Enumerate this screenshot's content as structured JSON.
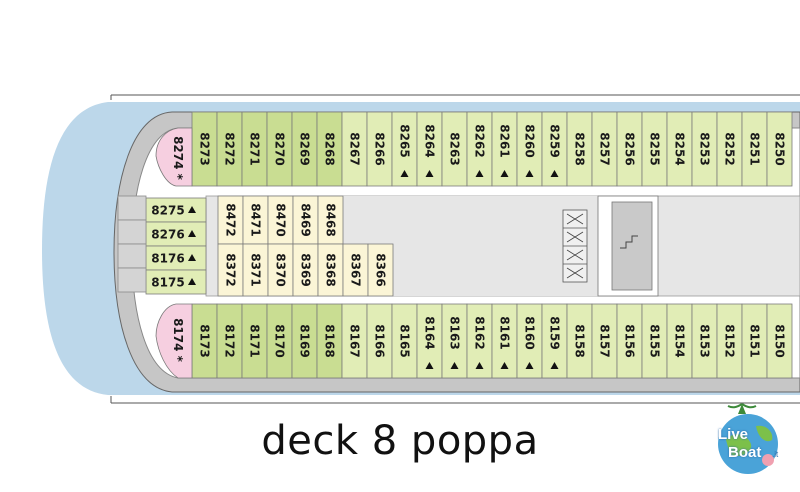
{
  "title": "deck 8 poppa",
  "logo": {
    "word1": "Live",
    "word2": "Boat",
    "suffix": ".it"
  },
  "colors": {
    "sea": "#bcd7ea",
    "hull": "#c6c6c6",
    "cabin_green": "#e1edb6",
    "cabin_dark_green": "#c9dd92",
    "cabin_cream": "#fbf5d6",
    "cabin_pink": "#f6cfe0",
    "cabin_grey": "#e6e6e6"
  },
  "accessible_symbol": "▲",
  "suite_symbol": "*",
  "cabins": {
    "top_outer": [
      {
        "n": "8273",
        "c": "dark",
        "s": ""
      },
      {
        "n": "8272",
        "c": "dark",
        "s": ""
      },
      {
        "n": "8271",
        "c": "dark",
        "s": ""
      },
      {
        "n": "8270",
        "c": "dark",
        "s": ""
      },
      {
        "n": "8269",
        "c": "dark",
        "s": ""
      },
      {
        "n": "8268",
        "c": "dark",
        "s": ""
      },
      {
        "n": "8267",
        "c": "green",
        "s": ""
      },
      {
        "n": "8266",
        "c": "green",
        "s": ""
      },
      {
        "n": "8265",
        "c": "green",
        "s": "▲"
      },
      {
        "n": "8264",
        "c": "green",
        "s": "▲"
      },
      {
        "n": "8263",
        "c": "green",
        "s": ""
      },
      {
        "n": "8262",
        "c": "green",
        "s": "▲"
      },
      {
        "n": "8261",
        "c": "green",
        "s": "▲"
      },
      {
        "n": "8260",
        "c": "green",
        "s": "▲"
      },
      {
        "n": "8259",
        "c": "green",
        "s": "▲"
      },
      {
        "n": "8258",
        "c": "green",
        "s": ""
      },
      {
        "n": "8257",
        "c": "green",
        "s": ""
      },
      {
        "n": "8256",
        "c": "green",
        "s": ""
      },
      {
        "n": "8255",
        "c": "green",
        "s": ""
      },
      {
        "n": "8254",
        "c": "green",
        "s": ""
      },
      {
        "n": "8253",
        "c": "green",
        "s": ""
      },
      {
        "n": "8252",
        "c": "green",
        "s": ""
      },
      {
        "n": "8251",
        "c": "green",
        "s": ""
      },
      {
        "n": "8250",
        "c": "green",
        "s": ""
      }
    ],
    "bottom_outer": [
      {
        "n": "8173",
        "c": "dark",
        "s": ""
      },
      {
        "n": "8172",
        "c": "dark",
        "s": ""
      },
      {
        "n": "8171",
        "c": "dark",
        "s": ""
      },
      {
        "n": "8170",
        "c": "dark",
        "s": ""
      },
      {
        "n": "8169",
        "c": "dark",
        "s": ""
      },
      {
        "n": "8168",
        "c": "dark",
        "s": ""
      },
      {
        "n": "8167",
        "c": "green",
        "s": ""
      },
      {
        "n": "8166",
        "c": "green",
        "s": ""
      },
      {
        "n": "8165",
        "c": "green",
        "s": ""
      },
      {
        "n": "8164",
        "c": "green",
        "s": "▲"
      },
      {
        "n": "8163",
        "c": "green",
        "s": "▲"
      },
      {
        "n": "8162",
        "c": "green",
        "s": "▲"
      },
      {
        "n": "8161",
        "c": "green",
        "s": "▲"
      },
      {
        "n": "8160",
        "c": "green",
        "s": "▲"
      },
      {
        "n": "8159",
        "c": "green",
        "s": "▲"
      },
      {
        "n": "8158",
        "c": "green",
        "s": ""
      },
      {
        "n": "8157",
        "c": "green",
        "s": ""
      },
      {
        "n": "8156",
        "c": "green",
        "s": ""
      },
      {
        "n": "8155",
        "c": "green",
        "s": ""
      },
      {
        "n": "8154",
        "c": "green",
        "s": ""
      },
      {
        "n": "8153",
        "c": "green",
        "s": ""
      },
      {
        "n": "8152",
        "c": "green",
        "s": ""
      },
      {
        "n": "8151",
        "c": "green",
        "s": ""
      },
      {
        "n": "8150",
        "c": "green",
        "s": ""
      }
    ],
    "inner_top": [
      "8472",
      "8471",
      "8470",
      "8469",
      "8468"
    ],
    "inner_bottom": [
      "8372",
      "8371",
      "8370",
      "8369",
      "8368",
      "8367",
      "8366"
    ],
    "stern_side": [
      {
        "n": "8275",
        "s": "▲"
      },
      {
        "n": "8276",
        "s": "▲"
      },
      {
        "n": "8176",
        "s": "▲"
      },
      {
        "n": "8175",
        "s": "▲"
      }
    ],
    "stern_suites": [
      {
        "n": "8274",
        "s": "*"
      },
      {
        "n": "8174",
        "s": "*"
      }
    ]
  }
}
